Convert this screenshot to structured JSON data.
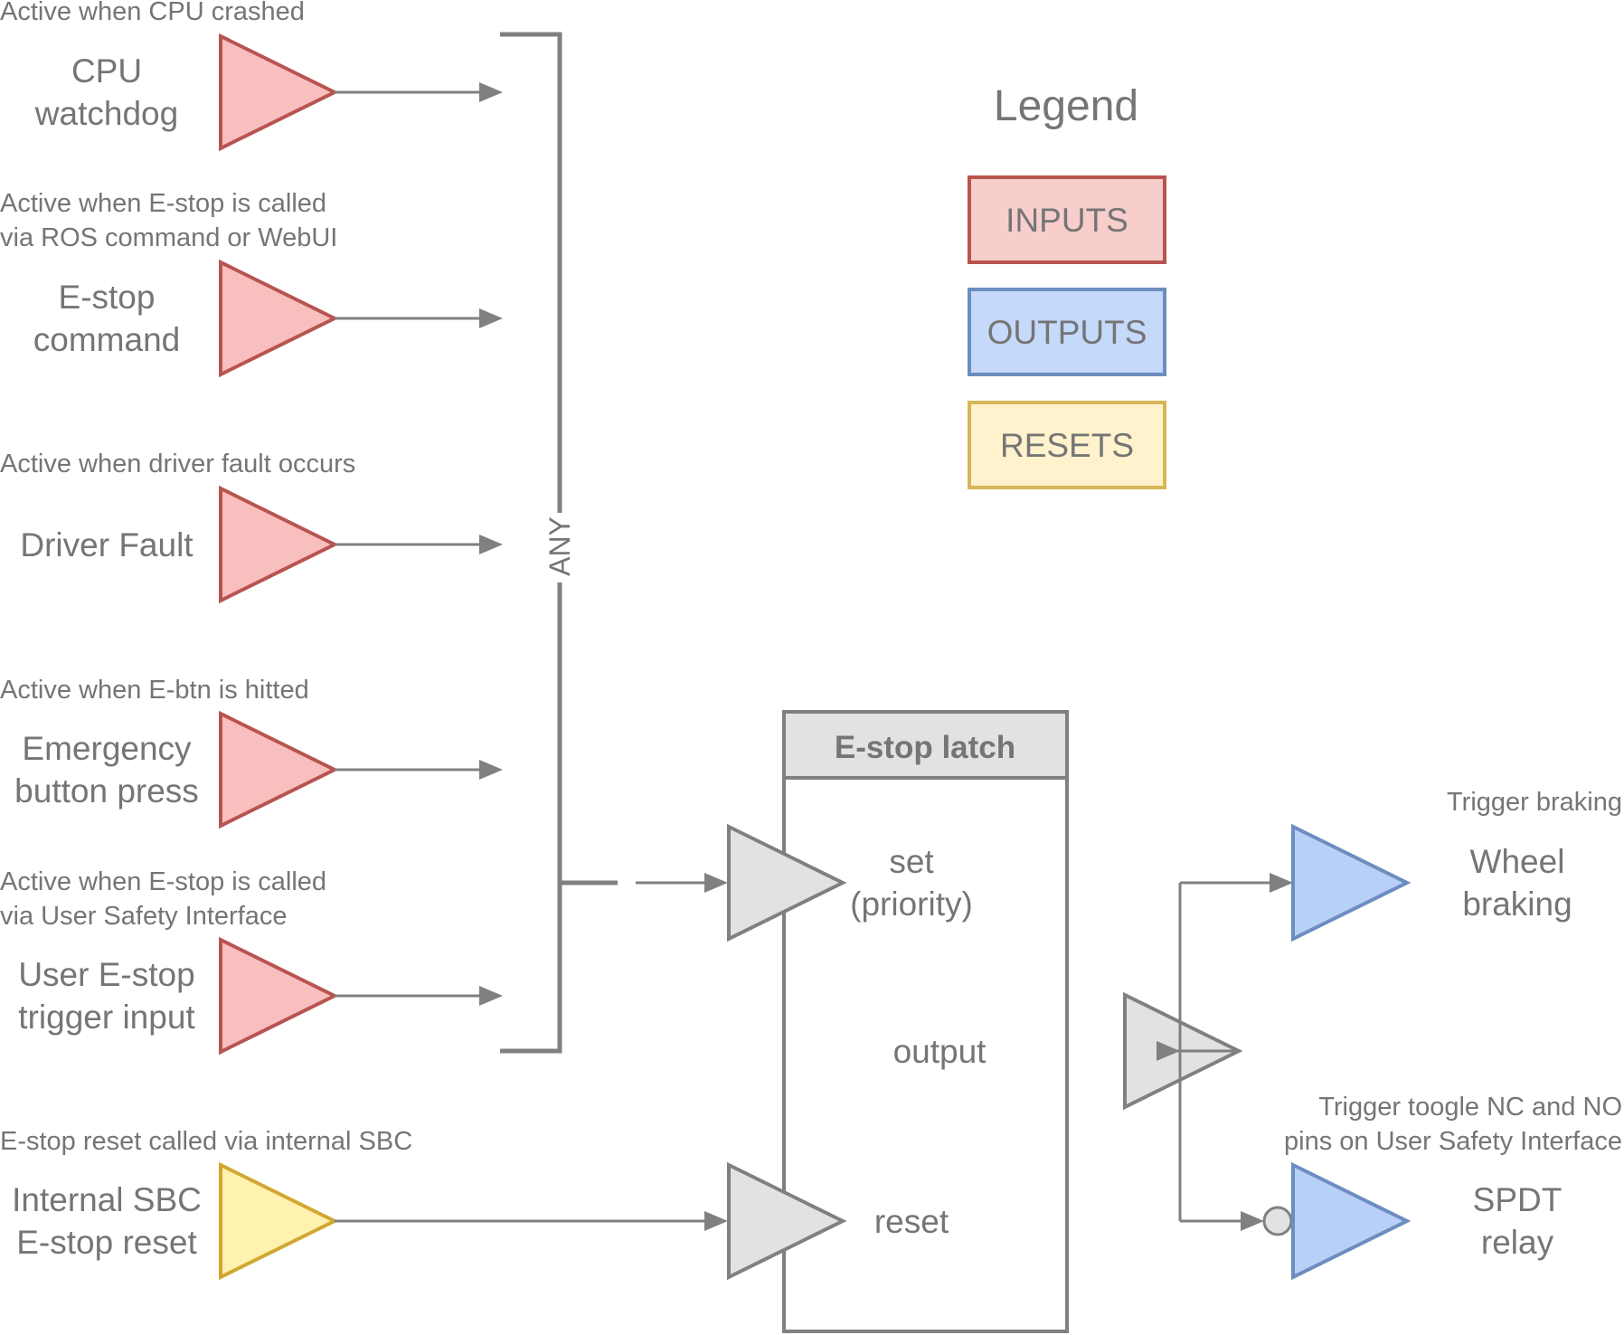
{
  "inputs": [
    {
      "note": [
        "Active when CPU crashed"
      ],
      "label": [
        "CPU",
        "watchdog"
      ]
    },
    {
      "note": [
        "Active when E-stop is called",
        "via ROS command or WebUI"
      ],
      "label": [
        "E-stop",
        "command"
      ]
    },
    {
      "note": [
        "Active when driver fault occurs"
      ],
      "label": [
        "Driver Fault"
      ]
    },
    {
      "note": [
        "Active when E-btn is hitted"
      ],
      "label": [
        "Emergency",
        "button press"
      ]
    },
    {
      "note": [
        "Active when E-stop is called",
        "via User Safety Interface"
      ],
      "label": [
        "User E-stop",
        "trigger input"
      ]
    }
  ],
  "reset_input": {
    "note": [
      "E-stop reset called via internal SBC"
    ],
    "label": [
      "Internal SBC",
      "E-stop reset"
    ]
  },
  "bus_label": "ANY",
  "latch": {
    "title": "E-stop latch",
    "set_label": [
      "set",
      "(priority)"
    ],
    "output_label": "output",
    "reset_label": "reset"
  },
  "outputs": [
    {
      "note": [
        "Trigger braking"
      ],
      "label": [
        "Wheel",
        "braking"
      ]
    },
    {
      "note": [
        "Trigger toogle NC and NO",
        "pins on User Safety Interface"
      ],
      "label": [
        "SPDT",
        "relay"
      ]
    }
  ],
  "legend": {
    "title": "Legend",
    "items": [
      {
        "text": "INPUTS",
        "fill": "#f8cecc",
        "stroke": "#b85450"
      },
      {
        "text": "OUTPUTS",
        "fill": "#c5d9fb",
        "stroke": "#6c8ebf"
      },
      {
        "text": "RESETS",
        "fill": "#fff2cc",
        "stroke": "#d6b656"
      }
    ]
  },
  "colors": {
    "input_fill": "#f8bfbe",
    "input_stroke": "#b85450",
    "output_fill": "#b8d0f8",
    "output_stroke": "#6c8ebf",
    "reset_fill": "#fff2b0",
    "reset_stroke": "#d0a830",
    "latch_fill": "#e2e2e2",
    "line": "#808080",
    "text": "#757575"
  }
}
